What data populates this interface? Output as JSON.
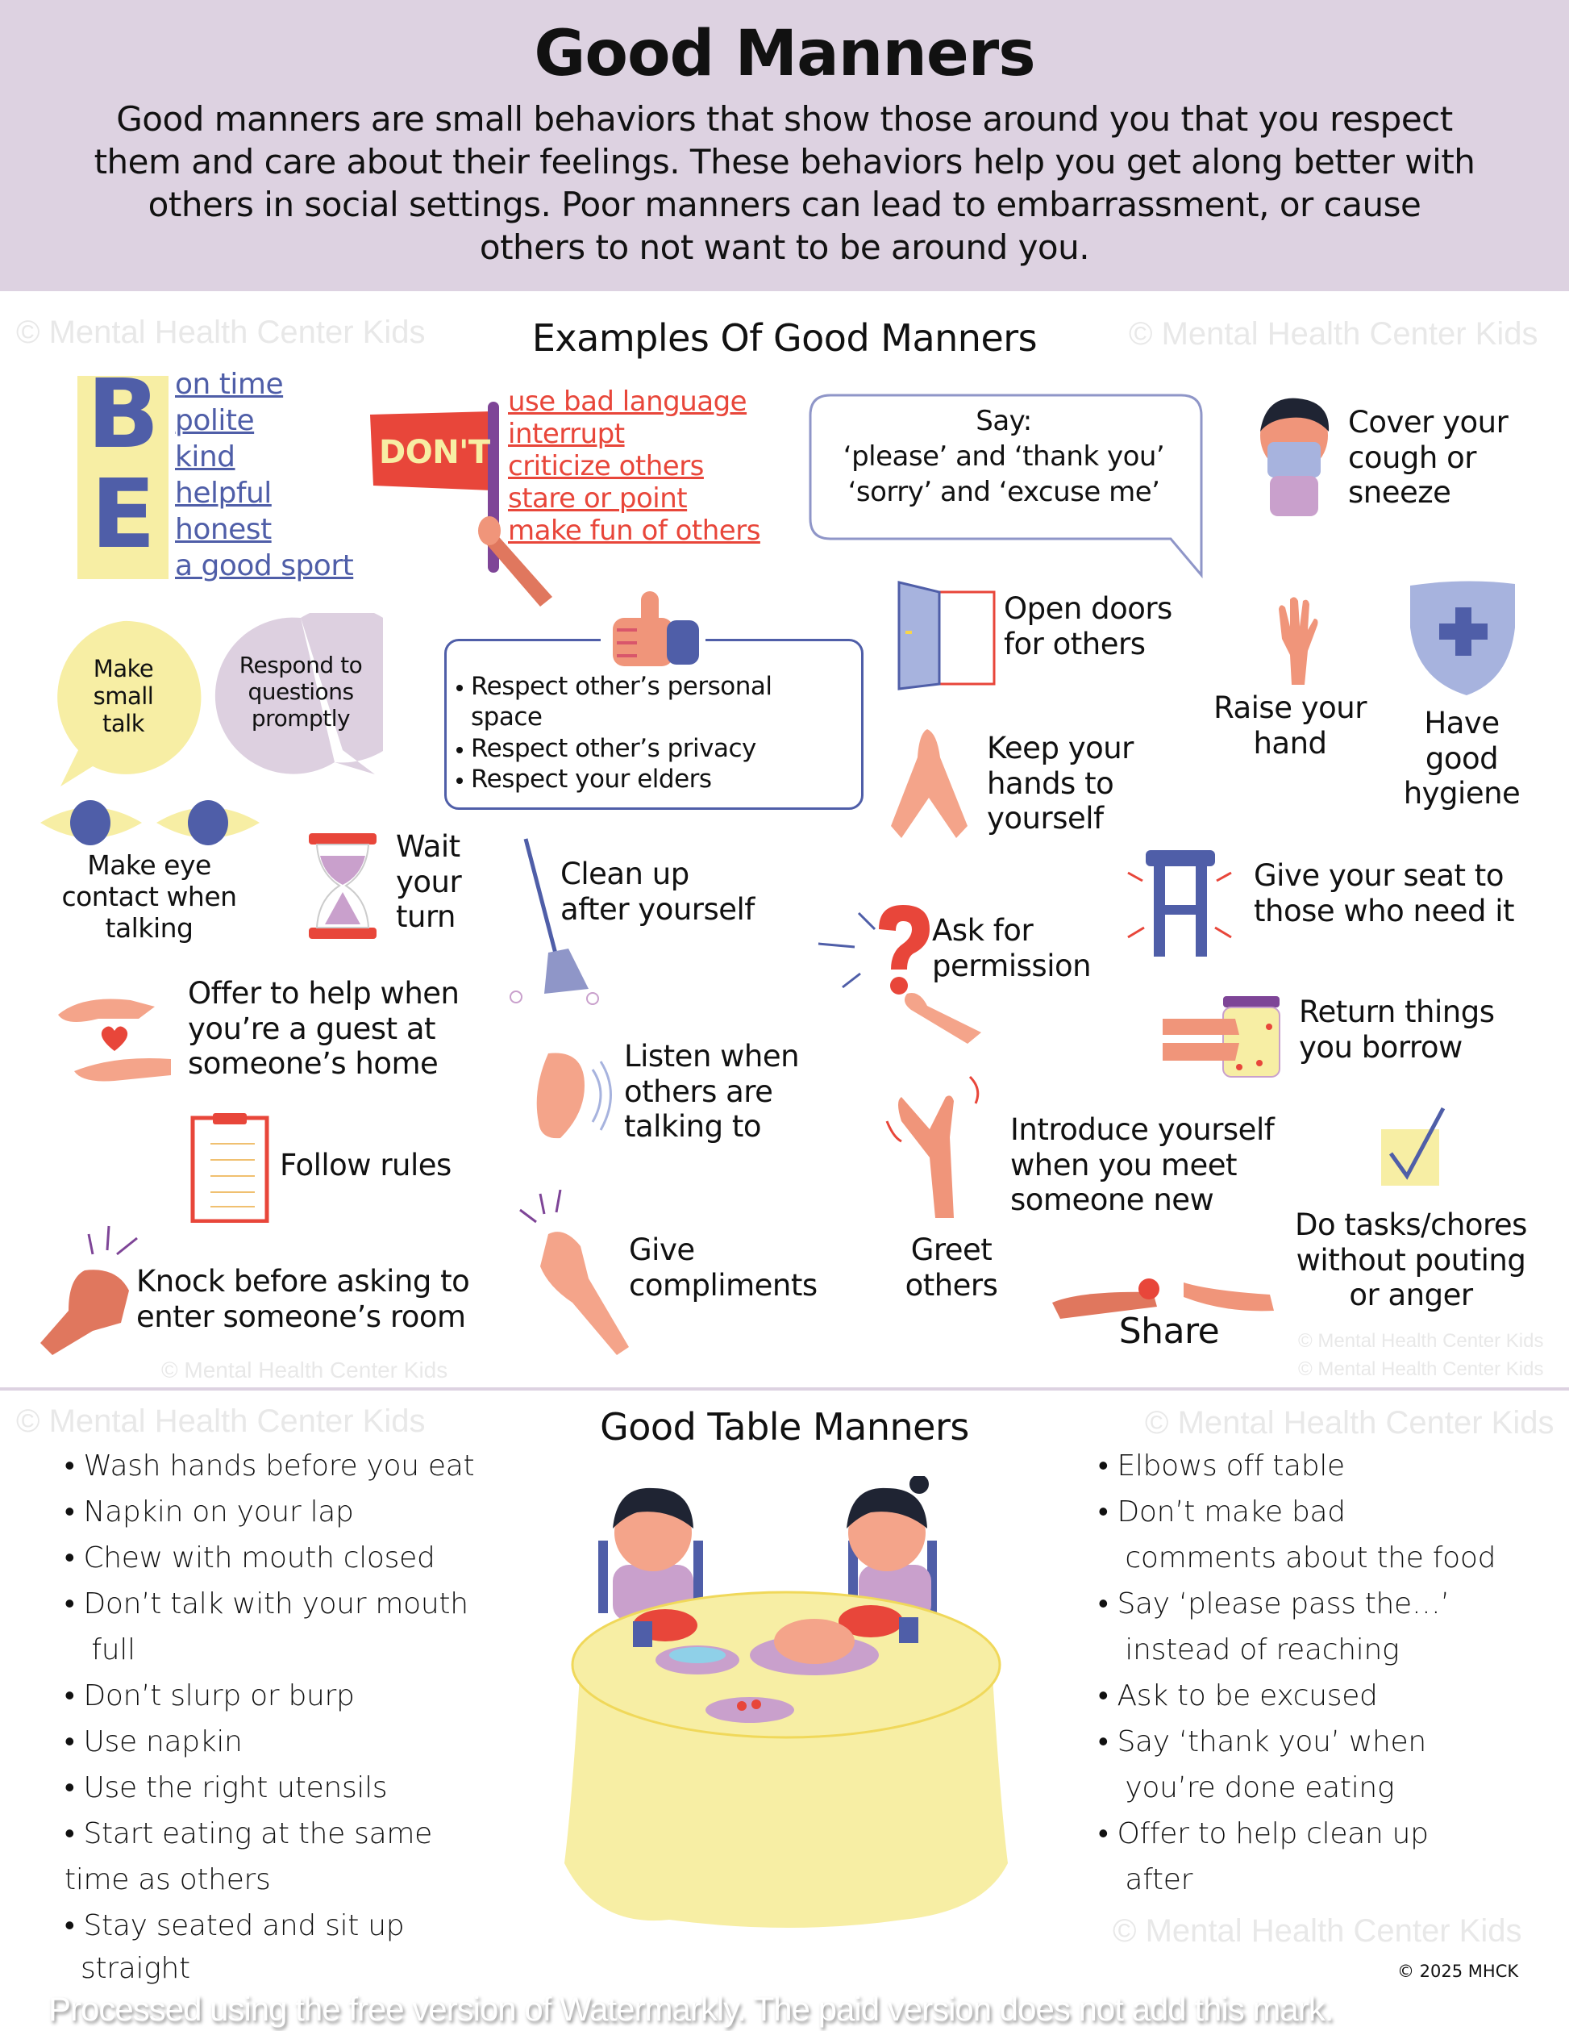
{
  "header": {
    "title": "Good Manners",
    "intro": "Good manners are small behaviors that show those around you that you respect\nthem and care about their feelings.  These behaviors help you get along better with\nothers in social settings.  Poor manners can lead to embarrassment, or cause\nothers to not want to be around you."
  },
  "examples": {
    "heading": "Examples Of Good Manners",
    "be": {
      "letters": "B\nE",
      "items": [
        "on time",
        "polite",
        "kind",
        "helpful",
        "honest",
        "a good sport"
      ]
    },
    "dont": {
      "flag": "DON'T",
      "items": [
        "use bad language",
        "interrupt",
        "criticize others",
        "stare or point",
        "make fun of others"
      ]
    },
    "say": "Say:\n‘please’ and ‘thank you’\n‘sorry’ and ‘excuse me’",
    "cough": "Cover your\ncough or\nsneeze",
    "small_talk": "Make\nsmall\ntalk",
    "respond": "Respond to\nquestions\npromptly",
    "respect": [
      "Respect other’s personal\nspace",
      "Respect other’s privacy",
      "Respect your elders"
    ],
    "doors": "Open doors\nfor others",
    "raise_hand": "Raise your\nhand",
    "hygiene": "Have\ngood\nhygiene",
    "hands": "Keep your\nhands to\nyourself",
    "eye_contact": "Make eye\ncontact when\ntalking",
    "wait": "Wait\nyour\nturn",
    "clean": "Clean up\nafter yourself",
    "permission": "Ask for\npermission",
    "seat": "Give your seat to\nthose who need it",
    "offer_help": "Offer to help when\nyou’re a guest at\nsomeone’s home",
    "listen": "Listen when\nothers are\ntalking to",
    "return": "Return things\nyou borrow",
    "introduce": "Introduce yourself\nwhen you meet\nsomeone new",
    "rules": "Follow rules",
    "greet": "Greet\nothers",
    "chores": "Do tasks/chores\nwithout pouting\nor anger",
    "knock": "Knock before asking to\nenter someone’s room",
    "compliments": "Give\ncompliments",
    "share": "Share"
  },
  "table": {
    "heading": "Good Table Manners",
    "left": [
      "• Wash hands before you eat",
      "• Napkin on your lap",
      "• Chew with mouth closed",
      "• Don’t talk with your mouth",
      "   full",
      "• Don’t slurp or burp",
      "• Use napkin",
      "• Use the right utensils",
      "• Start eating at the same",
      "time as others",
      "• Stay seated and sit up",
      "straight"
    ],
    "right": [
      "• Elbows off table",
      "• Don’t make bad",
      "   comments about the food",
      "• Say ‘please pass the…’",
      "   instead of reaching",
      "• Ask to be excused",
      "• Say ‘thank you’ when",
      "   you’re done eating",
      "• Offer to help clean up",
      "   after"
    ]
  },
  "footer": {
    "copyright": "© 2025 MHCK",
    "watermarkly": "Processed using the free version of Watermarkly. The paid version does not add this mark.",
    "watermark": "© Mental Health Center Kids"
  },
  "colors": {
    "header_bg": "#ddd2e1",
    "blue": "#4f5ea8",
    "red": "#e8463a",
    "yellow": "#f7eea4",
    "lavender": "#ddd0e0",
    "skin": "#f0957a"
  }
}
